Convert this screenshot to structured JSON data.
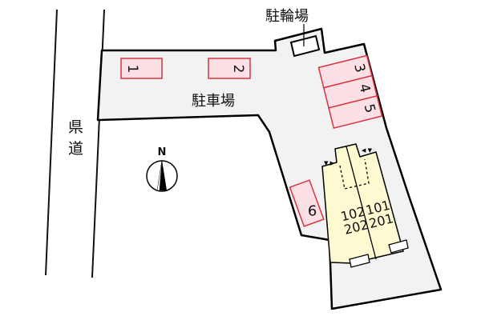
{
  "map": {
    "road_label": "県道",
    "parking_label": "駐車場",
    "bicycle_parking_label": "駐輪場",
    "north_label": "N",
    "parking_spaces": [
      {
        "number": "1"
      },
      {
        "number": "2"
      },
      {
        "number": "3"
      },
      {
        "number": "4"
      },
      {
        "number": "5"
      },
      {
        "number": "6"
      }
    ],
    "building": {
      "left_units": {
        "lower": "102",
        "upper": "202"
      },
      "right_units": {
        "lower": "101",
        "upper": "201"
      }
    },
    "colors": {
      "lot_fill": "#f2f2f2",
      "parking_fill": "#fde0e6",
      "parking_stroke": "#d8343f",
      "building_fill": "#fdf9d0",
      "outline": "#000000"
    }
  }
}
